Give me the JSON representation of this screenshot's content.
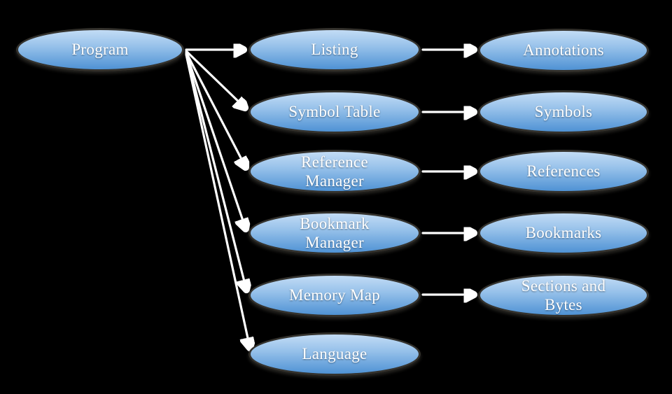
{
  "diagram": {
    "background_color": "#000000",
    "node_fill_top": "#c3dcf5",
    "node_fill_bottom": "#4f92d4",
    "node_border_color": "#34322d",
    "text_color": "#ffffff",
    "arrow_color": "#ffffff",
    "nodes": {
      "program": {
        "label": "Program"
      },
      "listing": {
        "label": "Listing"
      },
      "annotations": {
        "label": "Annotations"
      },
      "symbol_table": {
        "label": "Symbol Table"
      },
      "symbols": {
        "label": "Symbols"
      },
      "reference_manager": {
        "label": "Reference Manager"
      },
      "references": {
        "label": "References"
      },
      "bookmark_manager": {
        "label": "Bookmark Manager"
      },
      "bookmarks": {
        "label": "Bookmarks"
      },
      "memory_map": {
        "label": "Memory Map"
      },
      "sections_and_bytes": {
        "label": "Sections and Bytes"
      },
      "language": {
        "label": "Language"
      }
    },
    "edges": [
      {
        "from": "program",
        "to": "listing"
      },
      {
        "from": "program",
        "to": "symbol_table"
      },
      {
        "from": "program",
        "to": "reference_manager"
      },
      {
        "from": "program",
        "to": "bookmark_manager"
      },
      {
        "from": "program",
        "to": "memory_map"
      },
      {
        "from": "program",
        "to": "language"
      },
      {
        "from": "listing",
        "to": "annotations"
      },
      {
        "from": "symbol_table",
        "to": "symbols"
      },
      {
        "from": "reference_manager",
        "to": "references"
      },
      {
        "from": "bookmark_manager",
        "to": "bookmarks"
      },
      {
        "from": "memory_map",
        "to": "sections_and_bytes"
      }
    ]
  }
}
